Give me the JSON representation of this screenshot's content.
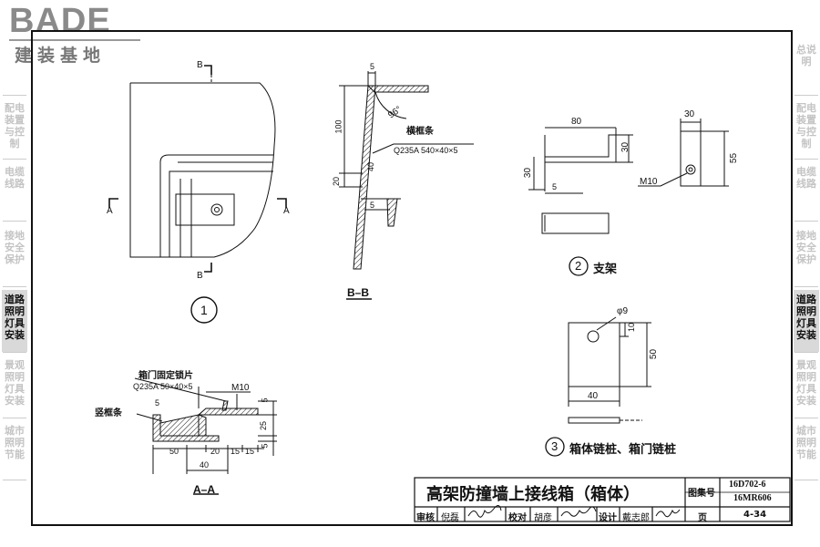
{
  "logo": {
    "brand": "BADE",
    "subtitle": "建装基地"
  },
  "sidebar_left": [
    {
      "label": "",
      "active": false
    },
    {
      "label": "配电装置与控制",
      "active": false
    },
    {
      "label": "电缆线路",
      "active": false
    },
    {
      "label": "接地安全保护",
      "active": false
    },
    {
      "label": "道路照明灯具安装",
      "active": true
    },
    {
      "label": "景观照明灯具安装",
      "active": false
    },
    {
      "label": "城市照明节能",
      "active": false
    }
  ],
  "sidebar_right": [
    {
      "label": "总说明",
      "active": false
    },
    {
      "label": "配电装置与控制",
      "active": false
    },
    {
      "label": "电缆线路",
      "active": false
    },
    {
      "label": "接地安全保护",
      "active": false
    },
    {
      "label": "道路照明灯具安装",
      "active": true
    },
    {
      "label": "景观照明灯具安装",
      "active": false
    },
    {
      "label": "城市照明节能",
      "active": false
    }
  ],
  "view1": {
    "number": "1",
    "section_b": "B",
    "section_a": "A"
  },
  "view_bb": {
    "title": "B–B",
    "angle": "96°",
    "dim_top": "5",
    "dim_100": "100",
    "dim_20": "20",
    "dim_40": "40",
    "dim_5b": "5",
    "part_name": "横框条",
    "part_spec": "Q235A 540×40×5"
  },
  "view_aa": {
    "title": "A–A",
    "part_name": "箱门固定锁片",
    "part_spec": "Q235A 50×40×5",
    "side_part": "竖框条",
    "bolt": "M10",
    "dim_5_top": "5",
    "dim_5_right": "5",
    "dim_25": "25",
    "dim_5_bottom": "5",
    "dim_50": "50",
    "dim_20": "20",
    "dim_15a": "15",
    "dim_15b": "15",
    "dim_40": "40"
  },
  "view2": {
    "number": "2",
    "title": "支架",
    "dim_80": "80",
    "dim_30a": "30",
    "dim_30b": "30",
    "dim_5": "5",
    "dim_30_top": "30",
    "dim_55": "55",
    "bolt": "M10"
  },
  "view3": {
    "number": "3",
    "title": "箱体链桩、箱门链桩",
    "hole": "φ9",
    "dim_10": "10",
    "dim_50": "50",
    "dim_40": "40"
  },
  "title_block": {
    "title": "高架防撞墙上接线箱（箱体）",
    "atlas_label": "图集号",
    "atlas_no_1": "16D702-6",
    "atlas_no_2": "16MR606",
    "review_label": "审核",
    "reviewer": "倪磊",
    "check_label": "校对",
    "checker": "胡彦",
    "design_label": "设计",
    "designer": "戴志郎",
    "page_label": "页",
    "page_no": "4-34"
  }
}
